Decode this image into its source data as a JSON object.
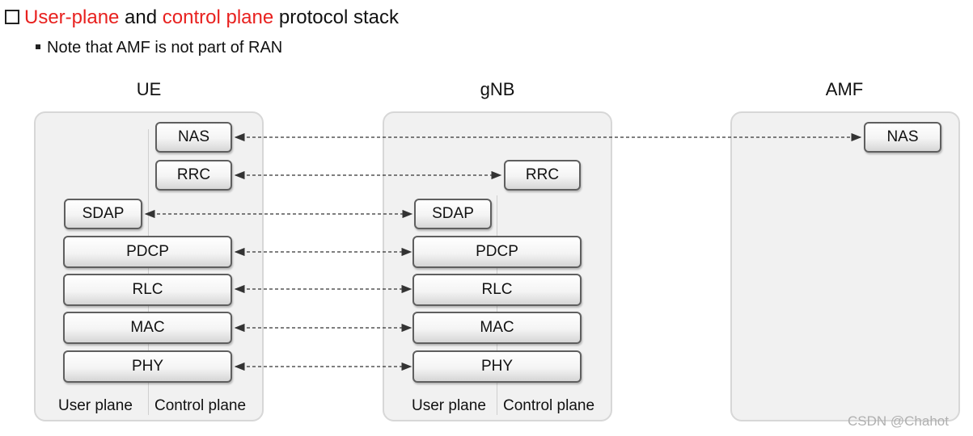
{
  "heading": {
    "part1": "User-plane",
    "part2": " and ",
    "part3": "control plane",
    "part4": " protocol stack"
  },
  "note": "Note that AMF is not part of RAN",
  "nodes": {
    "ue": "UE",
    "gnb": "gNB",
    "amf": "AMF"
  },
  "ue": {
    "nas": "NAS",
    "rrc": "RRC",
    "sdap": "SDAP",
    "pdcp": "PDCP",
    "rlc": "RLC",
    "mac": "MAC",
    "phy": "PHY",
    "user_plane": "User plane",
    "control_plane": "Control plane"
  },
  "gnb": {
    "rrc": "RRC",
    "sdap": "SDAP",
    "pdcp": "PDCP",
    "rlc": "RLC",
    "mac": "MAC",
    "phy": "PHY",
    "user_plane": "User plane",
    "control_plane": "Control plane"
  },
  "amf": {
    "nas": "NAS"
  },
  "watermark": "CSDN @Chahot",
  "colors": {
    "highlight": "#e8211f",
    "panel_bg": "#f1f1f1",
    "box_border": "#5f5f5f",
    "arrow": "#333333"
  }
}
